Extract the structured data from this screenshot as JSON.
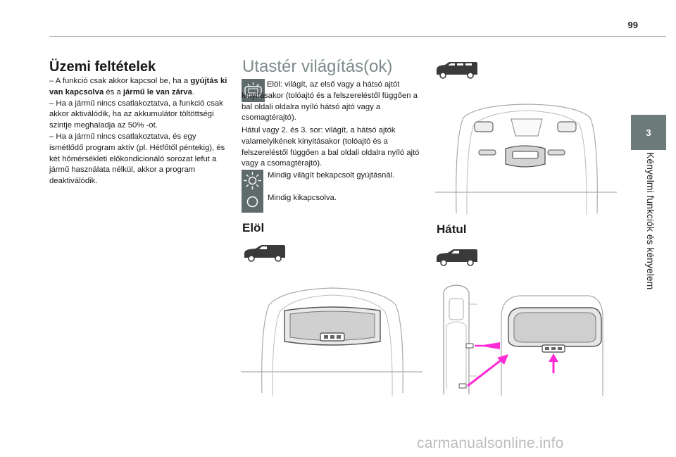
{
  "page": {
    "number": "99"
  },
  "side": {
    "chapter": "3",
    "title": "Kényelmi funkciók és kényelem"
  },
  "section_main": {
    "title": "Üzemi feltételek",
    "paragraphs": [
      {
        "prefix": "– A funkció csak akkor kapcsol be, ha a ",
        "bold1": "gyújtás ki van kapcsolva",
        "middle": " és a ",
        "bold2": "jármű le van zárva",
        "suffix": "."
      },
      {
        "text": "– Ha a jármű nincs csatlakoztatva, a funkció csak akkor aktiválódik, ha az akkumulátor töltöttségi szintje meghaladja az 50% -ot."
      },
      {
        "text": "– Ha a jármű nincs csatlakoztatva, és egy ismétlődő program aktív (pl. Hétfőtől péntekig), és két hőmérsékleti előkondicionáló sorozat lefut a jármű használata nélkül, akkor a program deaktiválódik."
      }
    ]
  },
  "section_lights": {
    "title": "Utastér világítás(ok)",
    "door_mode": "Elöl: világít, az első vagy a hátsó ajtót kinyitásakor (tolóajtó és a felszereléstől függően a bal oldali oldalra nyíló hátsó ajtó vagy a csomagtérajtó).",
    "rear_mode": "Hátul vagy 2. és 3. sor: világít, a hátsó ajtók valamelyikének kinyitásakor (tolóajtó és a felszereléstől függően a bal oldali oldalra nyíló ajtó vagy a csomagtérajtó).",
    "on_mode": "Mindig világít bekapcsolt gyújtásnál.",
    "off_mode": "Mindig kikapcsolva."
  },
  "section_front": {
    "title": "Elöl"
  },
  "section_rear": {
    "title": "Hátul"
  },
  "icons": [
    "door-lamp-icon",
    "sun-icon",
    "off-circle-icon",
    "van-icon"
  ],
  "colors": {
    "tab": "#6e7b7b",
    "icon_box": "#5f6b6b",
    "heading_light": "#7d8c8c",
    "arrow": "#ff2bd6"
  },
  "watermark": "carmanualsonline.info"
}
